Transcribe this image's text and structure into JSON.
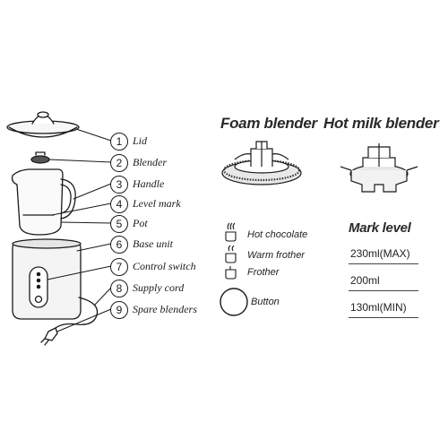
{
  "parts": [
    {
      "num": "1",
      "label": "Lid"
    },
    {
      "num": "2",
      "label": "Blender"
    },
    {
      "num": "3",
      "label": "Handle"
    },
    {
      "num": "4",
      "label": "Level mark"
    },
    {
      "num": "5",
      "label": "Pot"
    },
    {
      "num": "6",
      "label": "Base unit"
    },
    {
      "num": "7",
      "label": "Control switch"
    },
    {
      "num": "8",
      "label": "Supply cord"
    },
    {
      "num": "9",
      "label": "Spare blenders"
    }
  ],
  "blenders": {
    "foam_title": "Foam blender",
    "hot_milk_title": "Hot milk blender"
  },
  "legend": [
    {
      "icon": "hot-chocolate-icon",
      "label": "Hot chocolate"
    },
    {
      "icon": "warm-frother-icon",
      "label": "Warm frother"
    },
    {
      "icon": "frother-icon",
      "label": "Frother"
    }
  ],
  "button": {
    "label": "Button"
  },
  "mark_level": {
    "title": "Mark level",
    "levels": [
      "230ml(MAX)",
      "200ml",
      "130ml(MIN)"
    ]
  },
  "colors": {
    "line": "#1a1a1a",
    "shade": "#dcdcdc"
  }
}
